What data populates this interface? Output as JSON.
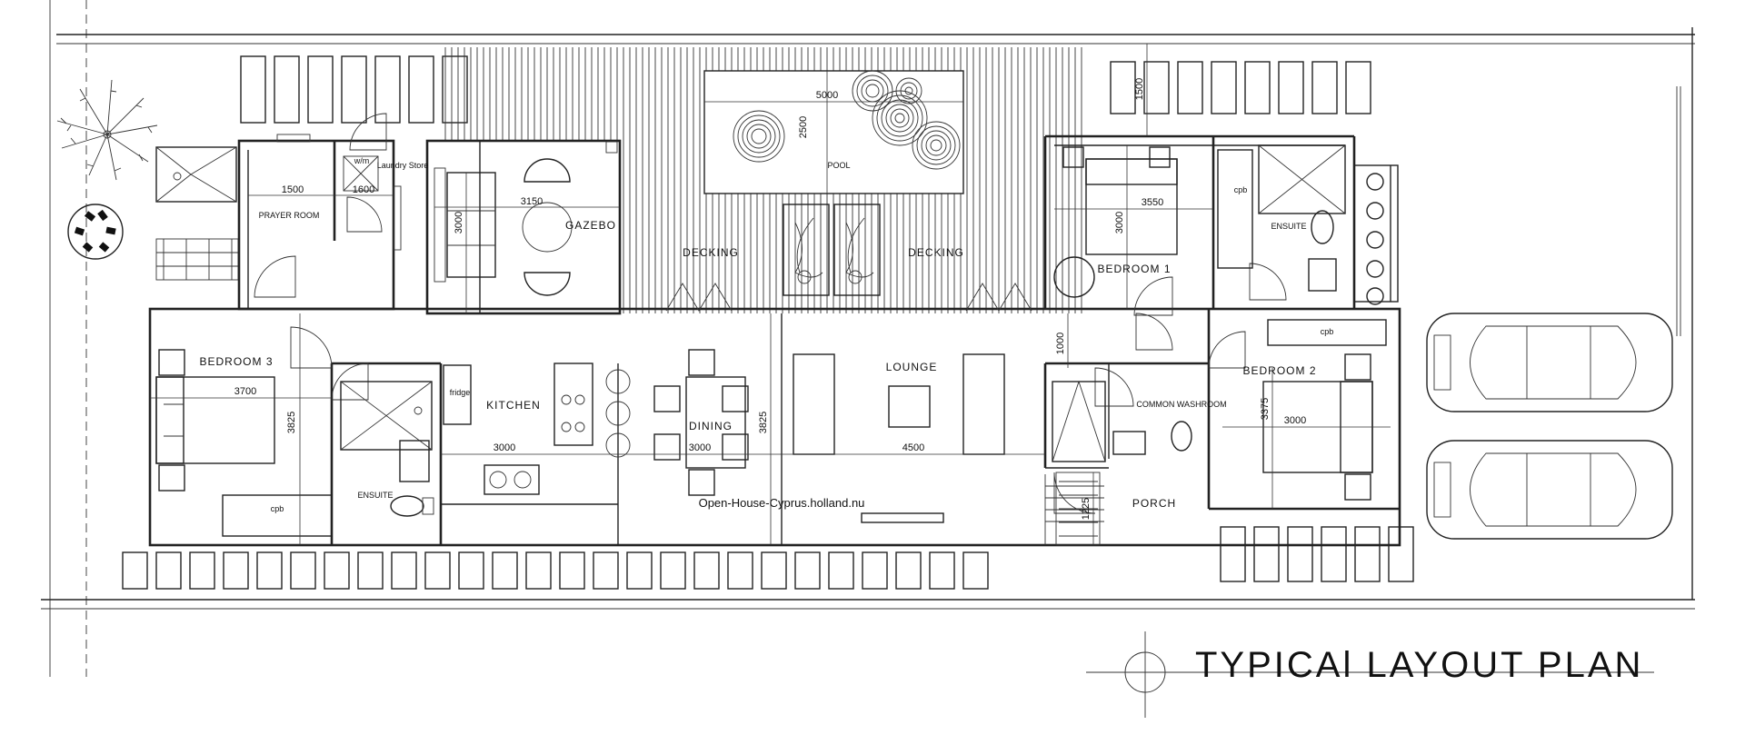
{
  "title": "TYPICAl LAYOUT PLAN",
  "watermark": "Open-House-Cyprus.holland.nu",
  "rooms": {
    "prayer_room": "PRAYER ROOM",
    "laundry_store": "Laundry Store",
    "wm": "w/m",
    "gazebo": "GAZEBO",
    "decking_left": "DECKING",
    "decking_right": "DECKING",
    "pool": "POOL",
    "bedroom1": "BEDROOM 1",
    "ensuite1": "ENSUITE",
    "bedroom3": "BEDROOM 3",
    "ensuite3": "ENSUITE",
    "fridge": "fridge",
    "kitchen": "KITCHEN",
    "dining": "DINING",
    "lounge": "LOUNGE",
    "bedroom2": "BEDROOM 2",
    "common_washroom": "COMMON WASHROOM",
    "porch": "PORCH",
    "cpb": "cpb"
  },
  "dimensions": {
    "prayer_w": "1500",
    "laundry_w": "1600",
    "gazebo_w": "3150",
    "gazebo_h": "3000",
    "pool_w": "5000",
    "pool_h": "2500",
    "north_setback": "1500",
    "bedroom1_w": "3550",
    "bedroom1_h": "3000",
    "bedroom3_w": "3700",
    "bedroom3_h": "3825",
    "kitchen_w": "3000",
    "dining_w": "3000",
    "dining_h": "3825",
    "lounge_w": "4500",
    "corridor": "1000",
    "porch_d": "1225",
    "bedroom2_w": "3000",
    "bedroom2_h": "3375"
  }
}
